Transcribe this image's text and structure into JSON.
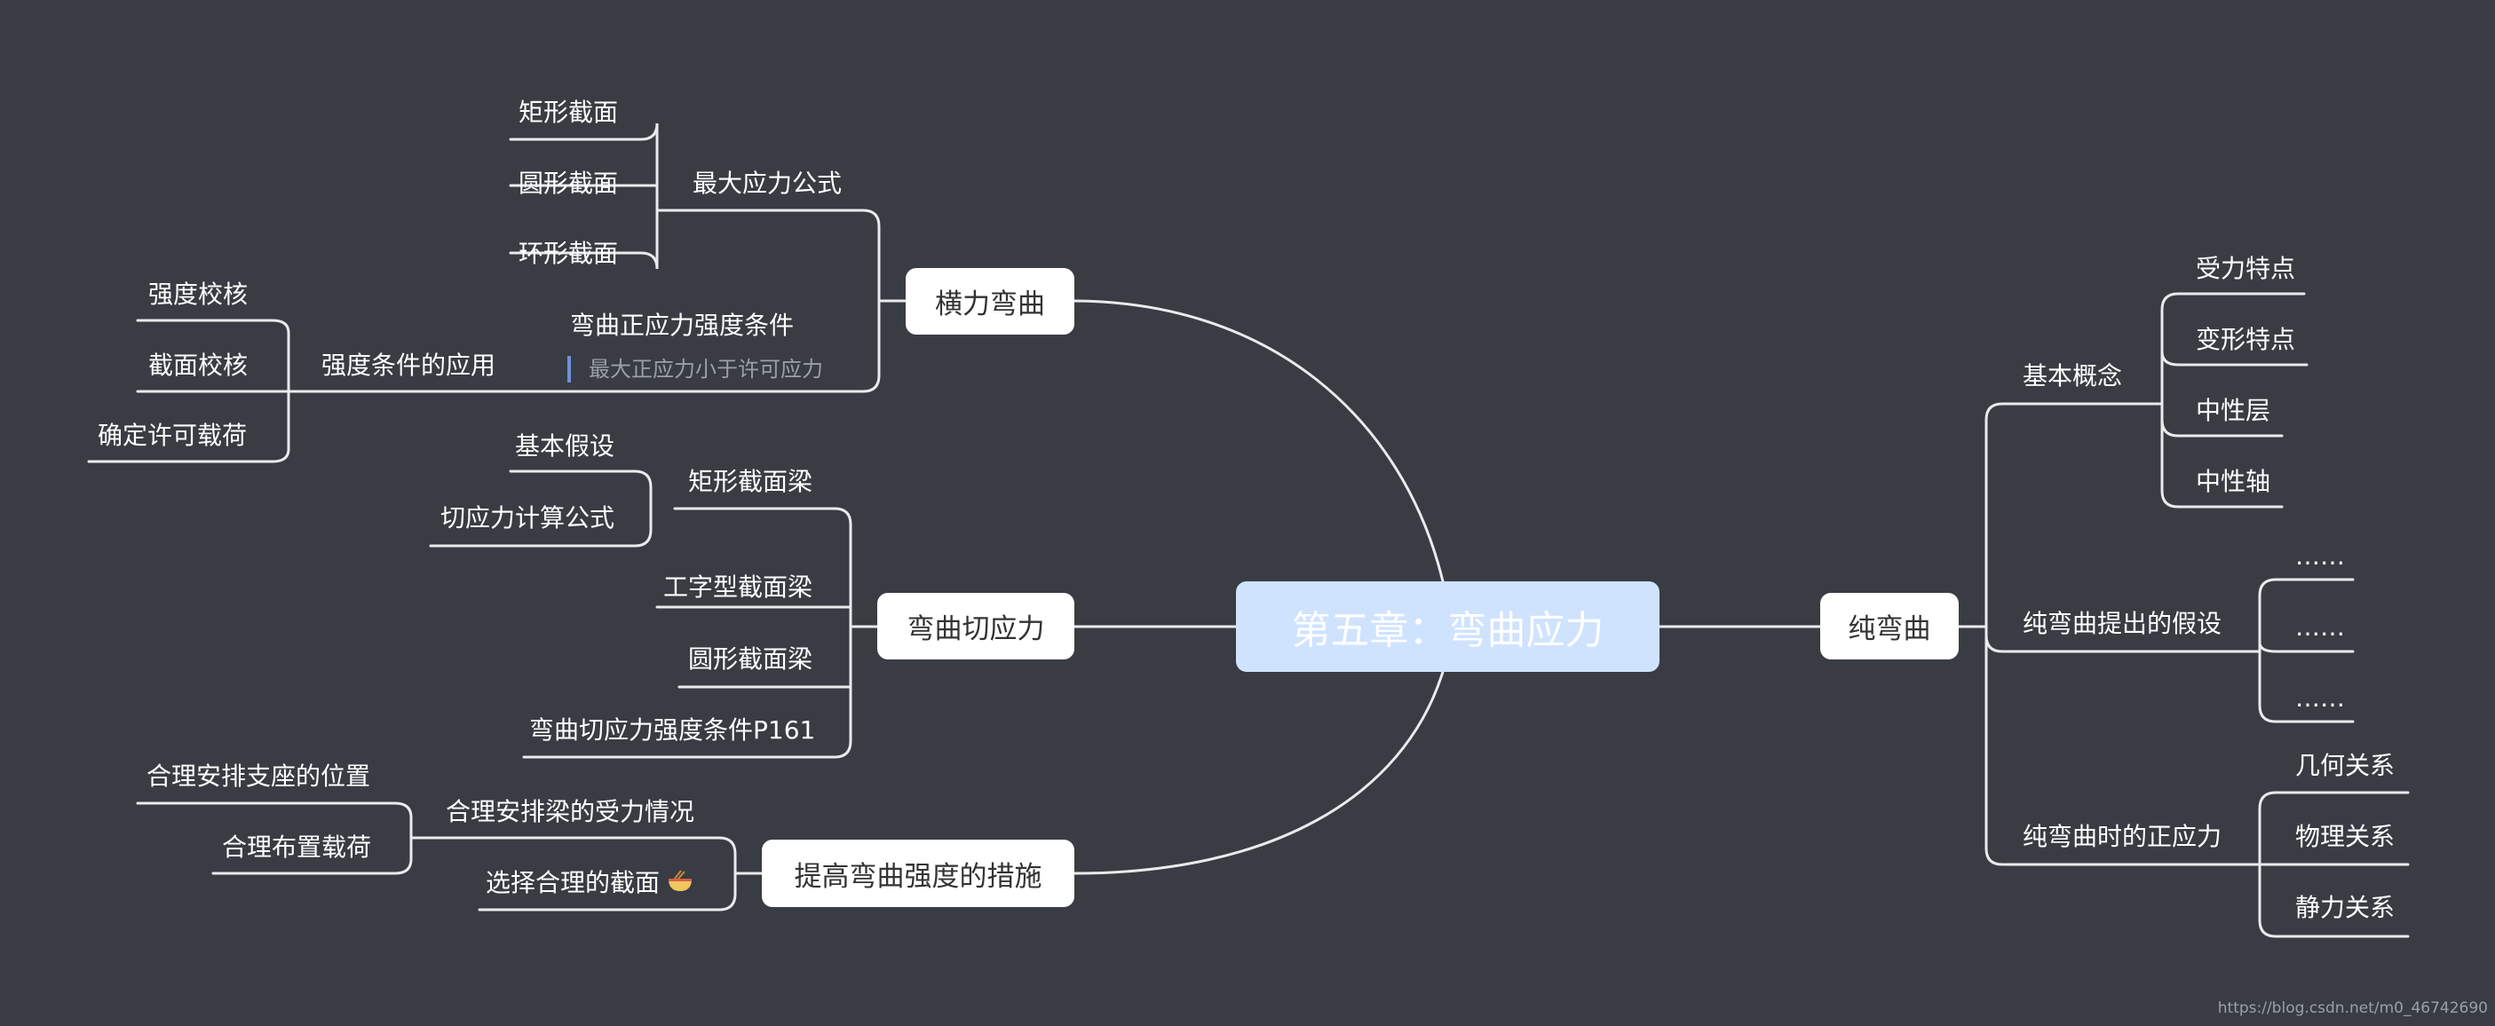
{
  "root": {
    "label": "第五章：弯曲应力"
  },
  "branches": {
    "transverse": {
      "label": "横力弯曲",
      "max_stress_formula": {
        "label": "最大应力公式",
        "items": [
          "矩形截面",
          "圆形截面",
          "环形截面"
        ]
      },
      "strength_condition": {
        "label": "弯曲正应力强度条件",
        "note": "最大正应力小于许可应力"
      },
      "application": {
        "label": "强度条件的应用",
        "items": [
          "强度校核",
          "截面校核",
          "确定许可载荷"
        ]
      }
    },
    "shear": {
      "label": "弯曲切应力",
      "rect_beam": {
        "label": "矩形截面梁",
        "items": [
          "基本假设",
          "切应力计算公式"
        ]
      },
      "i_beam": "工字型截面梁",
      "circle_beam": "圆形截面梁",
      "strength_condition": "弯曲切应力强度条件P161"
    },
    "improve": {
      "label": "提高弯曲强度的措施",
      "load_arrangement": {
        "label": "合理安排梁的受力情况",
        "items": [
          "合理安排支座的位置",
          "合理布置载荷"
        ]
      },
      "section_choice": "选择合理的截面"
    },
    "pure": {
      "label": "纯弯曲",
      "basic_concepts": {
        "label": "基本概念",
        "items": [
          "受力特点",
          "变形特点",
          "中性层",
          "中性轴"
        ]
      },
      "assumptions": {
        "label": "纯弯曲提出的假设",
        "items": [
          "……",
          "……",
          "……"
        ]
      },
      "normal_stress": {
        "label": "纯弯曲时的正应力",
        "items": [
          "几何关系",
          "物理关系",
          "静力关系"
        ]
      }
    }
  },
  "watermark": "https://blog.csdn.net/m0_46742690",
  "colors": {
    "background": "#393c43",
    "line": "#e9eaec",
    "root_fill": "#cfe3ff",
    "pill_fill": "#ffffff",
    "note_bar": "#6f8fd8"
  }
}
